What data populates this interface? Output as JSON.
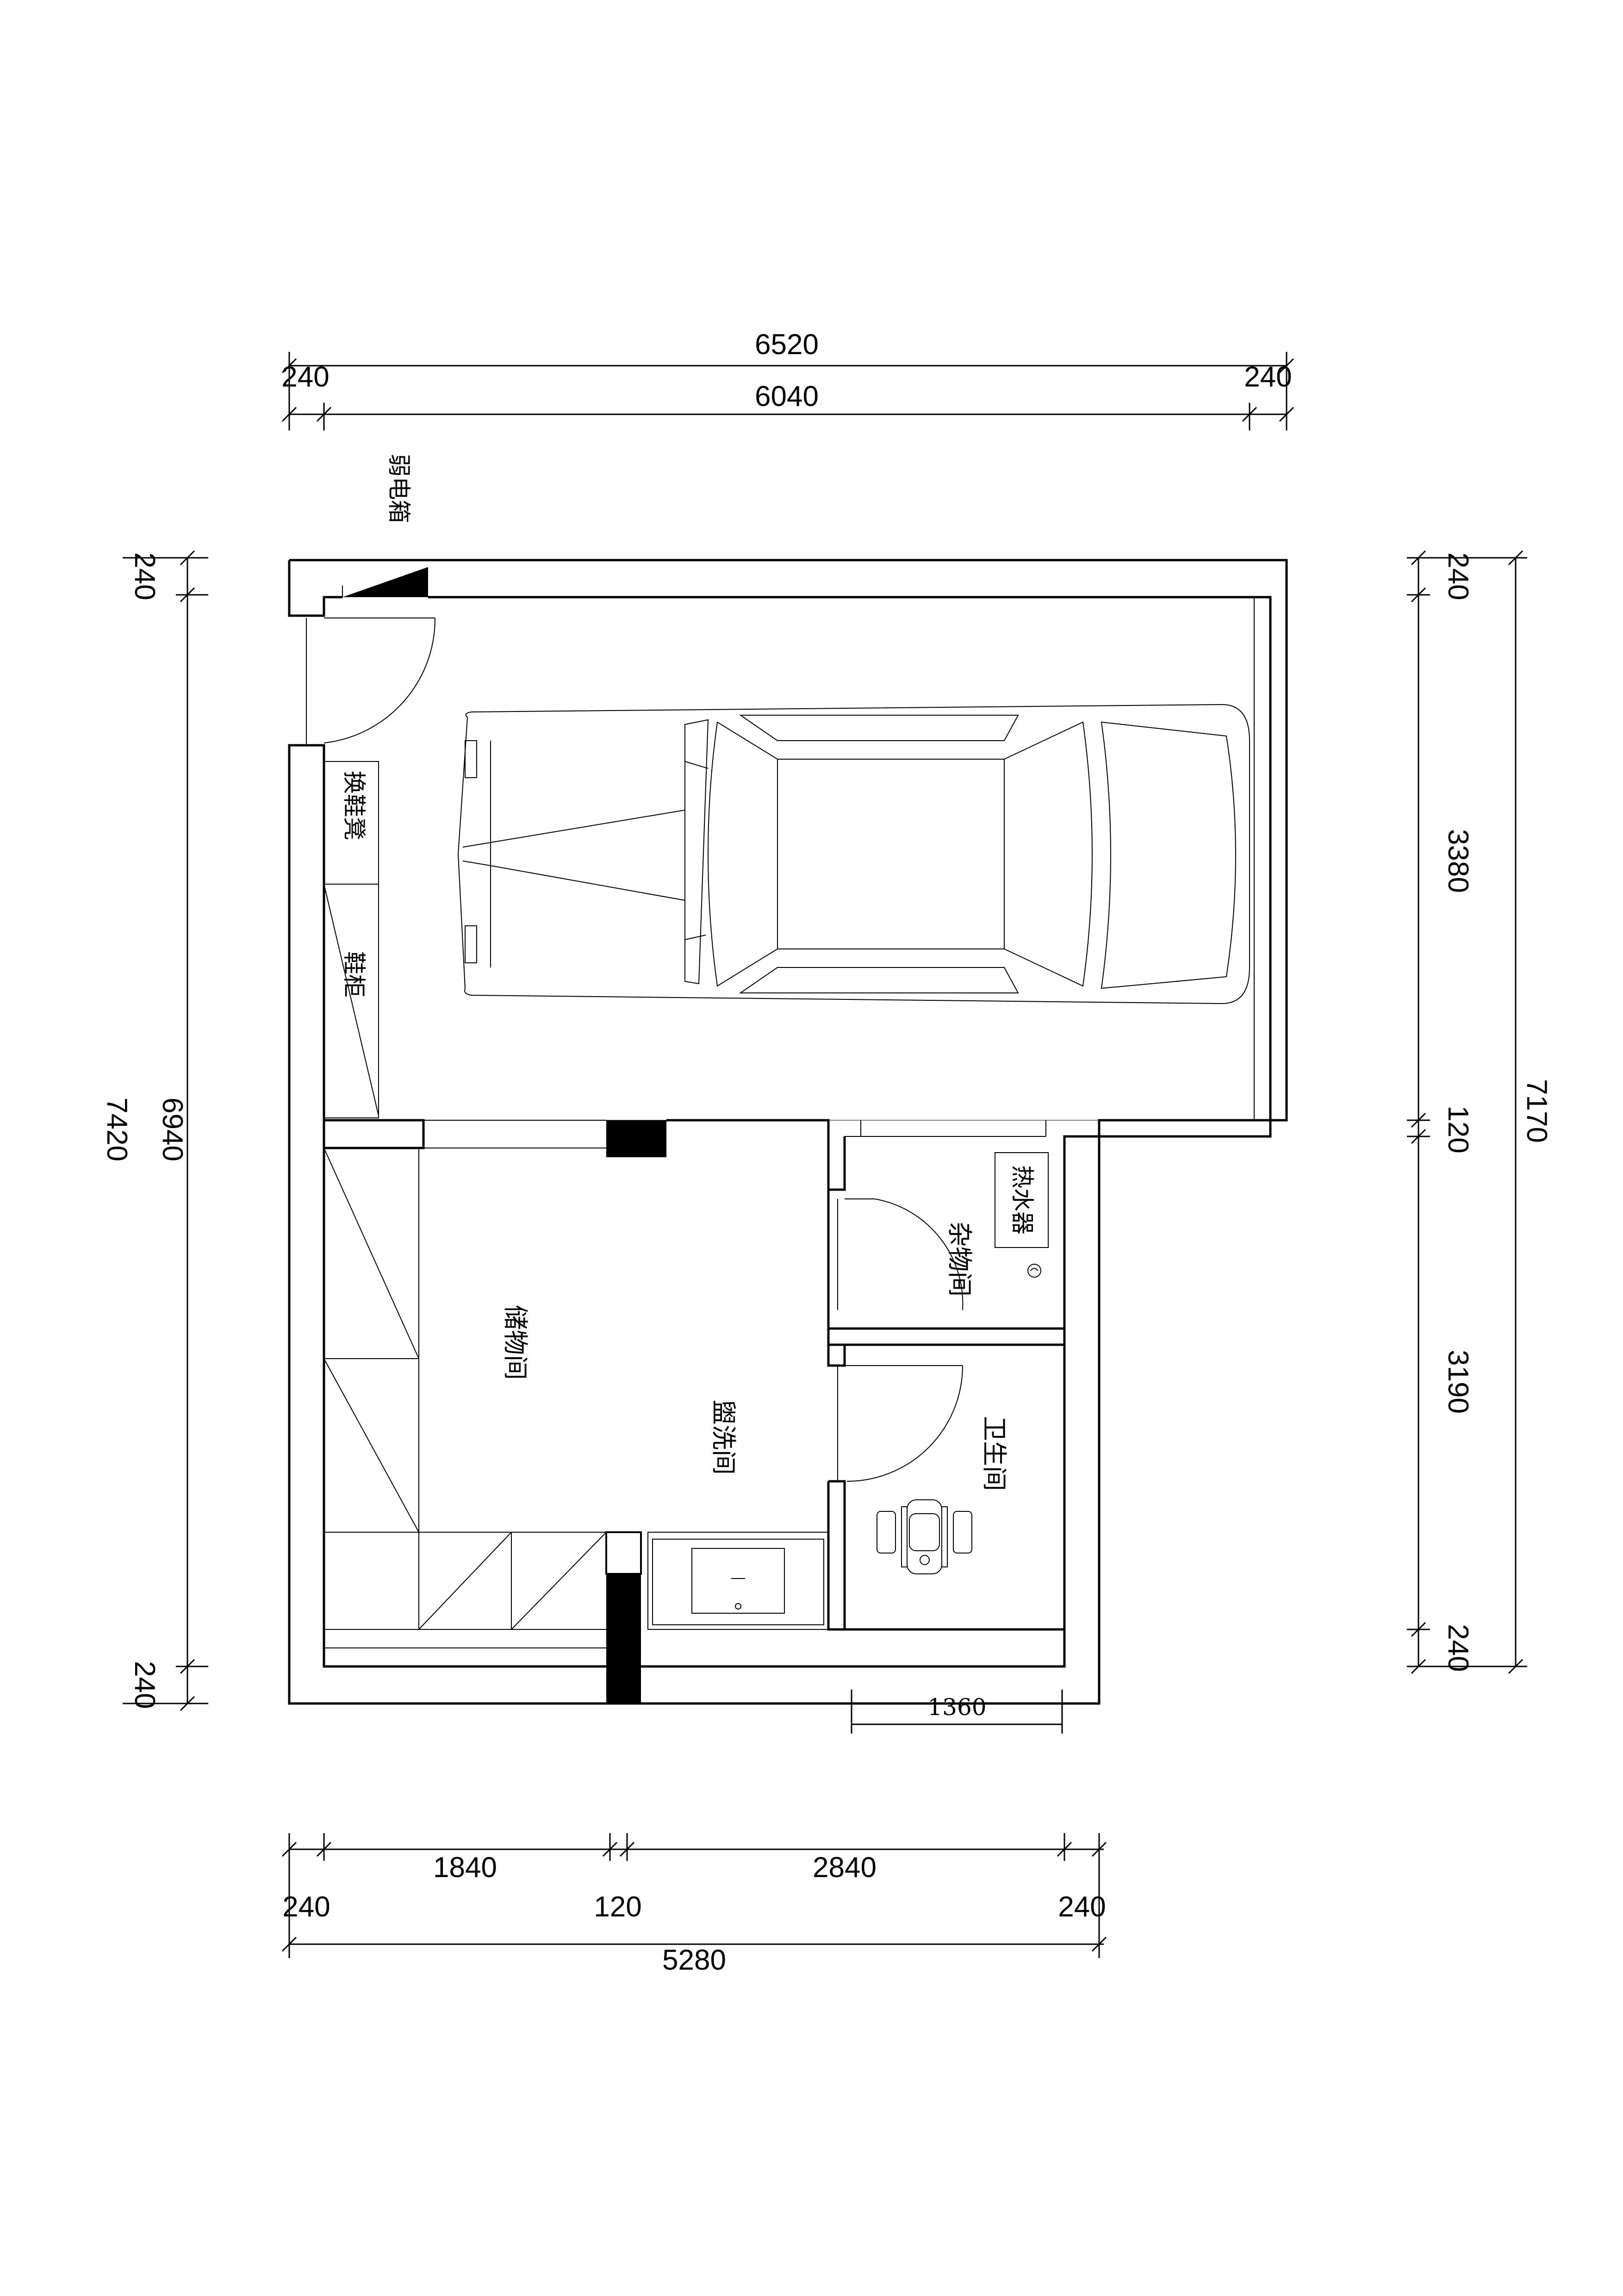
{
  "dimensions": {
    "top_total": "6520",
    "top_inner": "6040",
    "top_left_wall": "240",
    "top_right_wall": "240",
    "left_top_wall": "240",
    "left_bottom_wall": "240",
    "left_outer": "7420",
    "left_inner": "6940",
    "right_top_wall": "240",
    "right_upper": "3380",
    "right_mid_wall": "120",
    "right_lower": "3190",
    "right_bottom_wall": "240",
    "right_total": "7170",
    "bath_width": "1360",
    "bottom_storage": "1840",
    "bottom_wash": "2840",
    "bottom_left_wall": "240",
    "bottom_mid_wall": "120",
    "bottom_right_wall": "240",
    "bottom_total": "5280"
  },
  "labels": {
    "weak_box": "弱电箱",
    "shoe_bench": "换鞋凳",
    "shoe_cabinet": "鞋柜",
    "storage_room": "储物间",
    "wash_room": "盥洗间",
    "utility_room": "杂物间",
    "water_heater": "热水器",
    "bathroom": "卫生间"
  }
}
